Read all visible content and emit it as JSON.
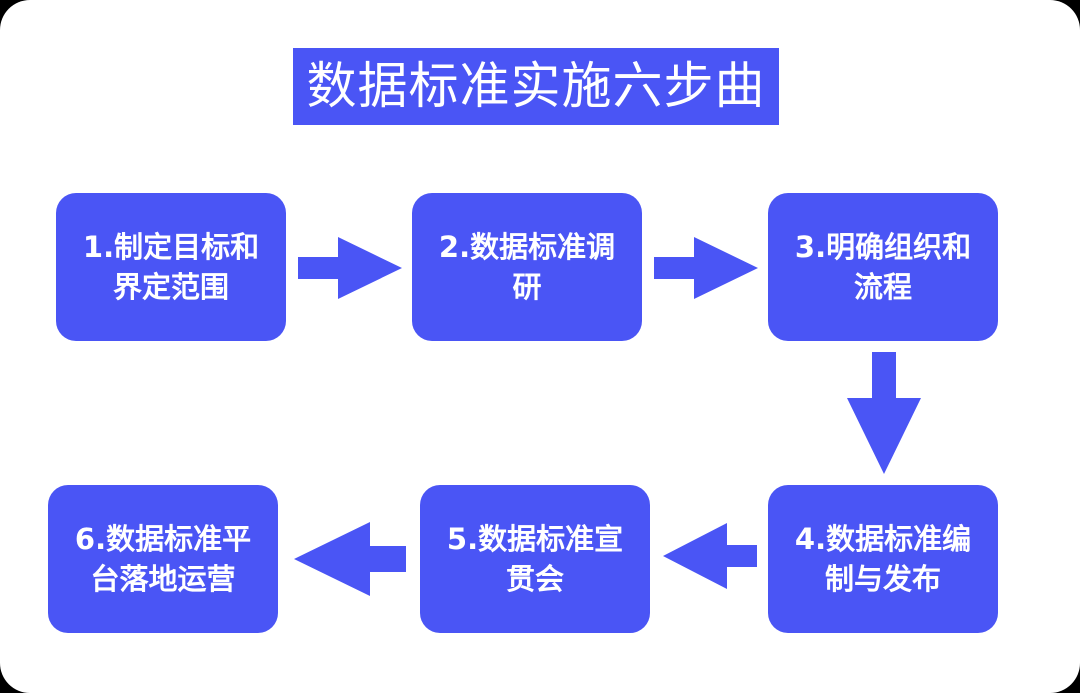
{
  "title": "数据标准实施六步曲",
  "steps": [
    {
      "label": "1.制定目标和界定范围"
    },
    {
      "label": "2.数据标准调研"
    },
    {
      "label": "3.明确组织和流程"
    },
    {
      "label": "4.数据标准编制与发布"
    },
    {
      "label": "5.数据标准宣贯会"
    },
    {
      "label": "6.数据标准平台落地运营"
    }
  ],
  "colors": {
    "accent": "#4a55f5",
    "text": "#ffffff",
    "background": "#ffffff"
  }
}
